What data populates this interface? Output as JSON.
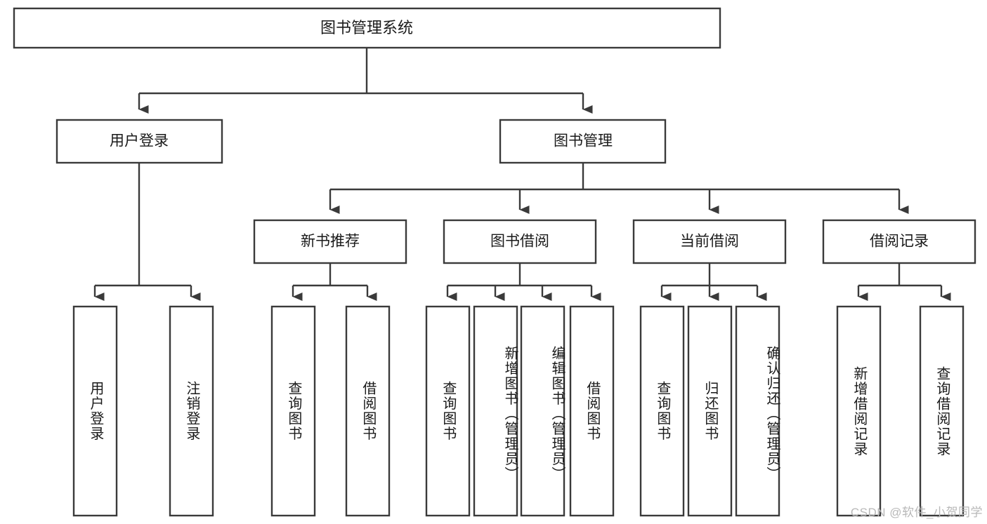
{
  "diagram": {
    "title": "图书管理系统",
    "type": "tree-hierarchy-chart",
    "orientation": "top-down",
    "colors": {
      "box_stroke": "#3a3a3a",
      "box_fill": "#ffffff",
      "connector": "#3a3a3a",
      "text": "#1a1a1a",
      "background": "#ffffff",
      "watermark": "#b8b8b8"
    },
    "root": {
      "label": "图书管理系统"
    },
    "level2": [
      {
        "label": "用户登录"
      },
      {
        "label": "图书管理"
      }
    ],
    "level3": [
      {
        "label": "新书推荐"
      },
      {
        "label": "图书借阅"
      },
      {
        "label": "当前借阅"
      },
      {
        "label": "借阅记录"
      }
    ],
    "leaves": {
      "user_login": [
        {
          "label": "用户登录"
        },
        {
          "label": "注销登录"
        }
      ],
      "new_book_recommend": [
        {
          "label": "查询图书"
        },
        {
          "label": "借阅图书"
        }
      ],
      "book_borrow": [
        {
          "label": "查询图书"
        },
        {
          "label": "新增图书（管理员）"
        },
        {
          "label": "编辑图书（管理员）"
        },
        {
          "label": "借阅图书"
        }
      ],
      "current_borrow": [
        {
          "label": "查询图书"
        },
        {
          "label": "归还图书"
        },
        {
          "label": "确认归还（管理员）"
        }
      ],
      "borrow_record": [
        {
          "label": "新增借阅记录"
        },
        {
          "label": "查询借阅记录"
        }
      ]
    }
  },
  "watermark": {
    "text": "CSDN @软件_小贺同学"
  }
}
